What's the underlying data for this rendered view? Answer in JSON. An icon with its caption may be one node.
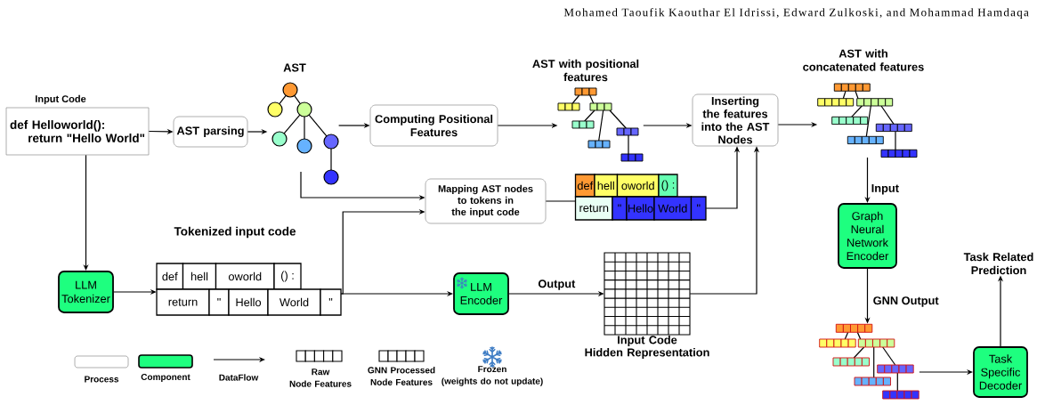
{
  "diagram": {
    "nodes": [
      {
        "text": [
          "Input Code",
          "def Helloworld(): return \"Hello World\""
        ]
      },
      {
        "text": [
          "AST parsing"
        ]
      },
      {
        "text": [
          "AST"
        ]
      },
      {
        "text": [
          "Computing Positional Features"
        ]
      },
      {
        "text": [
          "AST with positional features"
        ]
      },
      {
        "text": [
          "Inserting the features into the AST Nodes"
        ]
      },
      {
        "text": [
          "AST with concatenated features"
        ]
      },
      {
        "text": [
          "Mapping AST nodes to tokens in the input code"
        ]
      },
      {
        "text": [
          "def",
          "hell",
          "oworld",
          "() :",
          "return",
          "\"",
          "Hello",
          "World",
          "\""
        ]
      },
      {
        "text": [
          "Graph Neural Network Encoder"
        ]
      },
      {
        "text": [
          "LLM Tokenizer"
        ]
      },
      {
        "text": [
          "Tokenized input code",
          "def",
          "hell",
          "oworld",
          "() :",
          "return",
          "\"",
          "Hello",
          "World",
          "\""
        ]
      },
      {
        "text": [
          "LLM Encoder"
        ]
      },
      {
        "text": [
          "Input Code Hidden Representation"
        ]
      },
      {
        "text": [
          "Task Related Prediction"
        ]
      },
      {
        "text": [],
        "shape": "picture"
      },
      {
        "text": [
          "Task Specific Decoder"
        ]
      }
    ],
    "edges": [
      {
        "from": 0,
        "to": 1,
        "arrow": "to"
      },
      {
        "from": 1,
        "to": 2,
        "arrow": "to"
      },
      {
        "from": 2,
        "to": 3,
        "arrow": "to"
      },
      {
        "from": 3,
        "to": 4,
        "arrow": "to"
      },
      {
        "from": 4,
        "to": 5,
        "arrow": "to"
      },
      {
        "from": 5,
        "to": 6,
        "arrow": "to"
      },
      {
        "from": 2,
        "to": 7,
        "arrow": "to"
      },
      {
        "from": 11,
        "to": 7,
        "arrow": "to"
      },
      {
        "from": 11,
        "to": 12,
        "arrow": "to"
      },
      {
        "from": 7,
        "to": 8,
        "arrow": "none"
      },
      {
        "from": 8,
        "to": 5,
        "arrow": "to"
      },
      {
        "from": 13,
        "to": 5,
        "arrow": "to"
      },
      {
        "from": 0,
        "to": 10,
        "arrow": "to"
      },
      {
        "from": 10,
        "to": 11,
        "arrow": "to"
      },
      {
        "from": 12,
        "to": 13,
        "arrow": "to",
        "label": "Output"
      },
      {
        "from": 6,
        "to": 9,
        "arrow": "to",
        "label": "Input"
      },
      {
        "from": 9,
        "to": 15,
        "arrow": "to",
        "label": "GNN Output"
      },
      {
        "from": 15,
        "to": 16,
        "arrow": "to"
      },
      {
        "from": 16,
        "to": 14,
        "arrow": "to"
      }
    ],
    "labels": [
      "Mohamed Taoufik Kaouthar El Idrissi, Edward Zulkoski, and Mohammad Hamdaqa"
    ],
    "legend": [
      {
        "text": "Process"
      },
      {
        "text": "Component",
        "color": "#1eff7f"
      },
      {
        "text": "DataFlow"
      },
      {
        "text": "Raw Node Features"
      },
      {
        "text": "GNN Processed Node Features"
      },
      {
        "text": "Frozen (weights do not update)"
      }
    ]
  }
}
